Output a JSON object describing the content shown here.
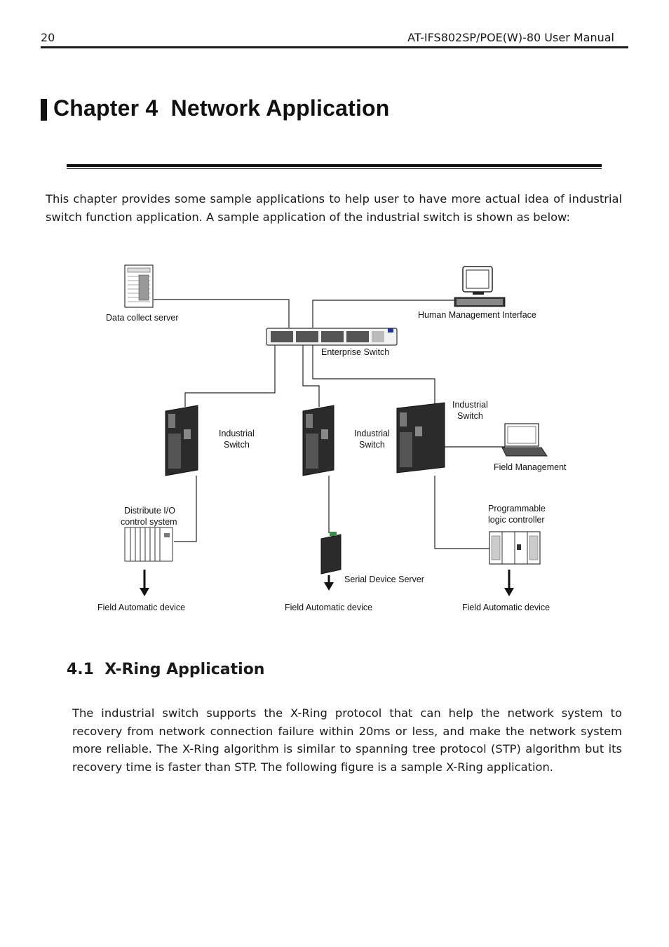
{
  "header": {
    "page_number": "20",
    "manual_title": "AT-IFS802SP/POE(W)-80 User Manual"
  },
  "chapter": {
    "title": "Chapter 4  Network Application"
  },
  "intro_paragraph": "This chapter provides some sample applications to help user to have more actual idea of industrial switch function application. A sample application of the industrial switch is shown as below:",
  "diagram": {
    "labels": {
      "data_collect_server": "Data collect server",
      "human_management_interface": "Human Management Interface",
      "enterprise_switch": "Enterprise Switch",
      "industrial_switch_line1": "Industrial",
      "industrial_switch_line2": "Switch",
      "field_management": "Field Management",
      "distribute_io_line1": "Distribute I/O",
      "distribute_io_line2": "control system",
      "plc_line1": "Programmable",
      "plc_line2": "logic controller",
      "serial_device_server": "Serial Device Server",
      "field_automatic_device": "Field Automatic device"
    }
  },
  "section": {
    "title": "4.1  X-Ring Application",
    "body": "The industrial switch supports the X-Ring protocol that can help the network system to recovery from network connection failure within 20ms or less, and make the network system more reliable. The X-Ring algorithm is similar to spanning tree protocol (STP) algorithm but its recovery time is faster than STP. The following figure is a sample X-Ring application."
  }
}
